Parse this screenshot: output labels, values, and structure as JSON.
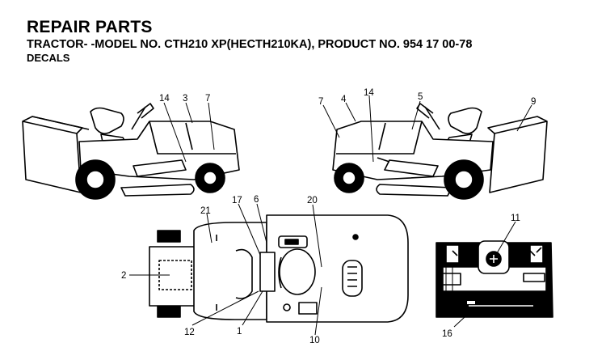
{
  "header": {
    "title": "REPAIR PARTS",
    "subtitle": "TRACTOR- -MODEL NO. CTH210 XP(HECTH210KA), PRODUCT NO. 954 17 00-78",
    "section": "DECALS"
  },
  "callouts": {
    "c1": "1",
    "c2": "2",
    "c3": "3",
    "c4": "4",
    "c5": "5",
    "c6": "6",
    "c7a": "7",
    "c7b": "7",
    "c9": "9",
    "c10": "10",
    "c11": "11",
    "c12": "12",
    "c14a": "14",
    "c14b": "14",
    "c16": "16",
    "c17": "17",
    "c20": "20",
    "c21": "21"
  }
}
